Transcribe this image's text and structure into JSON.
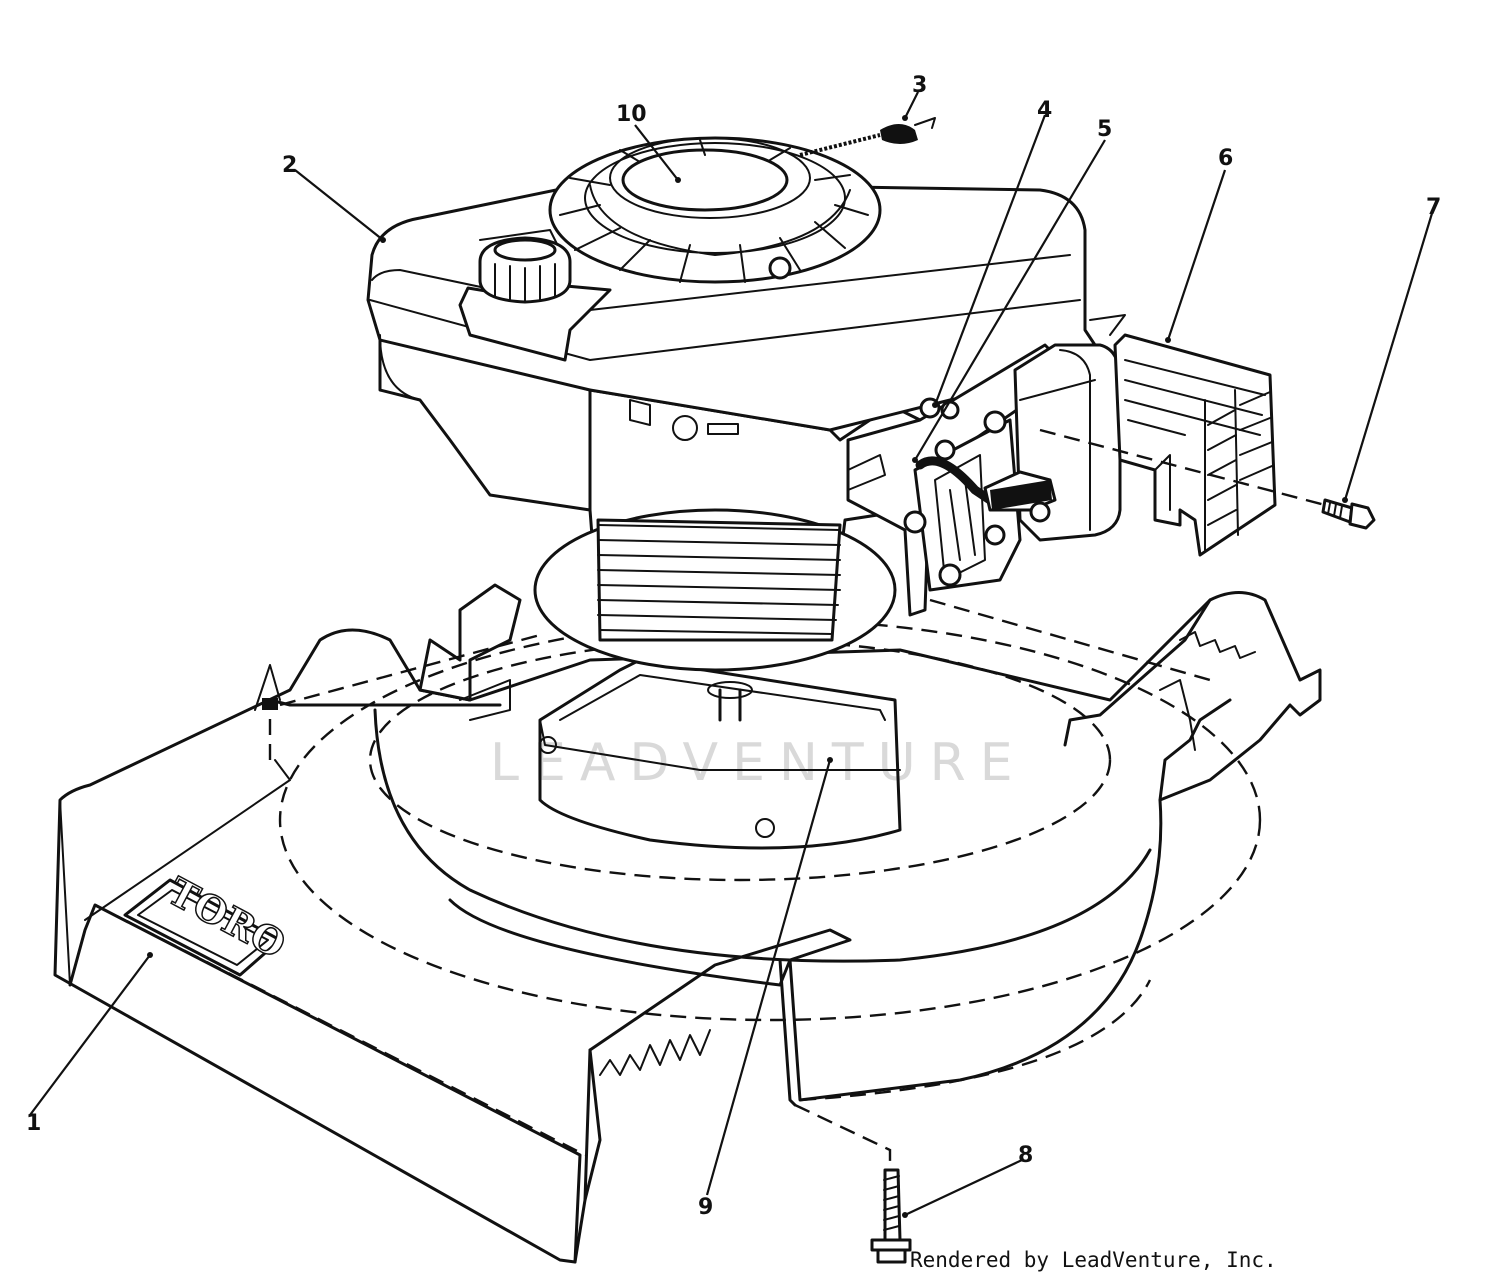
{
  "callouts": [
    {
      "id": "1",
      "label": "1"
    },
    {
      "id": "2",
      "label": "2"
    },
    {
      "id": "3",
      "label": "3"
    },
    {
      "id": "4",
      "label": "4"
    },
    {
      "id": "5",
      "label": "5"
    },
    {
      "id": "6",
      "label": "6"
    },
    {
      "id": "7",
      "label": "7"
    },
    {
      "id": "8",
      "label": "8"
    },
    {
      "id": "9",
      "label": "9"
    },
    {
      "id": "10",
      "label": "10"
    }
  ],
  "logo": {
    "text": "TORO"
  },
  "watermark": {
    "text": "LEADVENTURE"
  },
  "credit": {
    "text": "Rendered by LeadVenture, Inc."
  }
}
